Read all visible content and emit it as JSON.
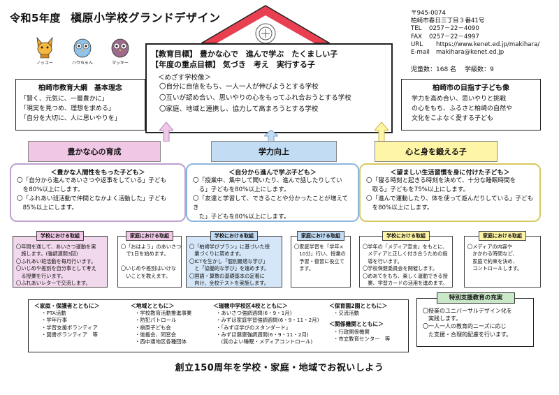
{
  "header": {
    "year": "令和5年度",
    "title": "槇原小学校グランドデザイン"
  },
  "contact": {
    "postal": "〒945-0074",
    "address": "柏崎市春日三丁目３番41号",
    "tel_label": "TEL",
    "tel": "0257－22－4090",
    "fax_label": "FAX",
    "fax": "0257－22－4997",
    "url_label": "URL",
    "url": "https://www.kenet.ed.jp/makihara/",
    "email_label": "E-mail",
    "email": "makihara@kenet.ed.jp"
  },
  "counts": {
    "students": "児童数：168 名",
    "classes": "学級数：9"
  },
  "mascots": [
    {
      "name": "ノッコー",
      "color": "#f0a830",
      "icon": "fox-mascot"
    },
    {
      "name": "ハウちゃん",
      "color": "#8fc3ea",
      "icon": "owl-mascot-blue"
    },
    {
      "name": "マッキー",
      "color": "#9c6a8c",
      "icon": "owl-mascot-purple"
    }
  ],
  "left_box": {
    "title": "柏崎市教育大綱　基本理念",
    "lines": [
      "「賢く、元気に、一層豊かに」",
      "「現実を見つめ、理想を求める」",
      "「自分を大切に、人に思いやりを」"
    ]
  },
  "right_box": {
    "title": "柏崎市の目指す子ども像",
    "lines": [
      "学力を高め合い、思いやりと挑戦",
      "の心をもち、ふるさと柏崎の自然や",
      "文化をこよなく愛する子ども"
    ]
  },
  "center": {
    "goal": "【教育目標】 豊かな心で　進んで学ぶ　たくましい子",
    "focus": "【年度の重点目標】 気づき　考え　実行する子",
    "kid_title": "＜めざす学校像＞",
    "kid_items": [
      "〇自分に自信をもち、一人一人が伸びようとする学校",
      "〇互いが認め合い、思いやりの心をもってふれ合おうとする学校",
      "〇家庭、地域と連携し、協力して高まろうとする学校"
    ]
  },
  "pillars": [
    {
      "label": "豊かな心の育成",
      "color": "#f0c8e6",
      "border": "#bca0d0",
      "title": "＜豊かな人間性をもった子ども＞",
      "lines": [
        "〇「自分から進んであいさつや返事をしている」子ども",
        "　を80%以上にします。",
        "〇「ふれあい班活動で仲間となかよく活動した」子ども",
        "　85%以上にします。"
      ]
    },
    {
      "label": "学力向上",
      "color": "#c2dcf4",
      "border": "#8ab6de",
      "title": "＜自分から進んで学ぶ子ども＞",
      "lines": [
        "〇「授業中、集中して聞いたり、進んで話したりしてい",
        "　る」子どもを80%以上にします。",
        "〇「友達と学習して、できることや分かったことが増えてき",
        "　た」子どもを80%以上にします。"
      ]
    },
    {
      "label": "心と身を鍛える子",
      "color": "#fff5a6",
      "border": "#d8c860",
      "title": "＜望ましい生活習慣を身に付けた子ども＞",
      "lines": [
        "〇「寝る時刻と起きる時刻を決めて、十分な睡眠時間を",
        "　取る」子どもを75%以上にします。",
        "〇「進んで運動したり、体を使って遊んだりしている」子ども",
        "　を80%以上にします。"
      ]
    }
  ],
  "small_boxes": [
    {
      "tab": "学校における取組",
      "bg": "#f2d8ec",
      "lines": [
        "〇年間を通して、あいさつ運動を実",
        "　施します。(強調週間3回)",
        "〇ふれあい班活動を毎月行います。",
        "〇いじめや差別を自分事として考え",
        "　る授業を行います。",
        "〇ふれあいレターで交流します。"
      ]
    },
    {
      "tab": "家庭における取組",
      "bg": "#ffffff",
      "lines": [
        "〇「おはよう」のあいさつ",
        "　で1日を始めます。",
        "",
        "〇いじめや差別はいけな",
        "　いことを教えます。"
      ]
    },
    {
      "tab": "学校における取組",
      "bg": "#d4e6f8",
      "lines": [
        "〇「柏崎学びプラン」に基づいた授",
        "　業づくりに努めます。",
        "〇ICTを生かし「個別最適な学び」",
        "　と「協働的な学び」を進めます。",
        "〇国語・算数の基礎基本の定着に",
        "　向け、全校テストを実施します。"
      ]
    },
    {
      "tab": "家庭における取組",
      "bg": "#ffffff",
      "lines": [
        "〇家庭学習を「学年×",
        "　10分」行い、授業の",
        "　予習・復習に役立て",
        "　ます。"
      ]
    },
    {
      "tab": "学校における取組",
      "bg": "#ffffff",
      "lines": [
        "〇学年の「メディア宣言」をもとに、",
        "　メディアと正しく付き合うための指",
        "　導を行います。",
        "〇学校保健委員会を開催します。",
        "〇めあてをもち、楽しく運動できる授",
        "　業、学習カードの活用を進めます。"
      ]
    },
    {
      "tab": "家庭における取組",
      "bg": "#ffffff",
      "lines": [
        "〇メディアの内容や",
        "　かかわる時間など、",
        "　家庭で約束を決め、",
        "　コントロールします。"
      ]
    }
  ],
  "bottom": {
    "columns": [
      {
        "title": "＜家庭・保護者とともに＞",
        "items": [
          "・PTA活動",
          "・学年行事",
          "・学習支援ボランティア",
          "・図書ボランティア　等"
        ]
      },
      {
        "title": "＜地域とともに＞",
        "items": [
          "・学校教育活動推進事業",
          "・防犯パトロール",
          "・槇原子ども会",
          "・後援会、同窓会",
          "・西中通地区各種団体"
        ]
      },
      {
        "title": "＜瑞穂中学校区4校とともに＞",
        "items": [
          "・あいさつ強調週間(6・9・1月)",
          "・みずほ家庭学習強調週間(6・9・11・2月)",
          "・「みずほ学びのスタンダード」",
          "・みずほ健康強調週間(6・9・11・2月)",
          "　(質のよい睡眠・メディアコントロール)"
        ]
      },
      {
        "title": "＜保育園2園とともに＞",
        "items": [
          "・交流活動",
          "",
          "＜関係機関とともに＞",
          "・行政関係機関",
          "・市立教育センター　等"
        ]
      }
    ]
  },
  "special": {
    "title": "特別支援教育の充実",
    "lines": [
      "〇授業のユニバーサルデザイン化を",
      "　実践します。",
      "〇一人一人の教育的ニーズに応じ",
      "　た支援・合理的配慮を行います。"
    ]
  },
  "footer": "創立150周年を学校・家庭・地域でお祝いしよう",
  "colors": {
    "roof": "#e84050",
    "arrow_pink": "#f0c8e6",
    "arrow_blue": "#c2dcf4",
    "arrow_yellow": "#fff5a6"
  }
}
